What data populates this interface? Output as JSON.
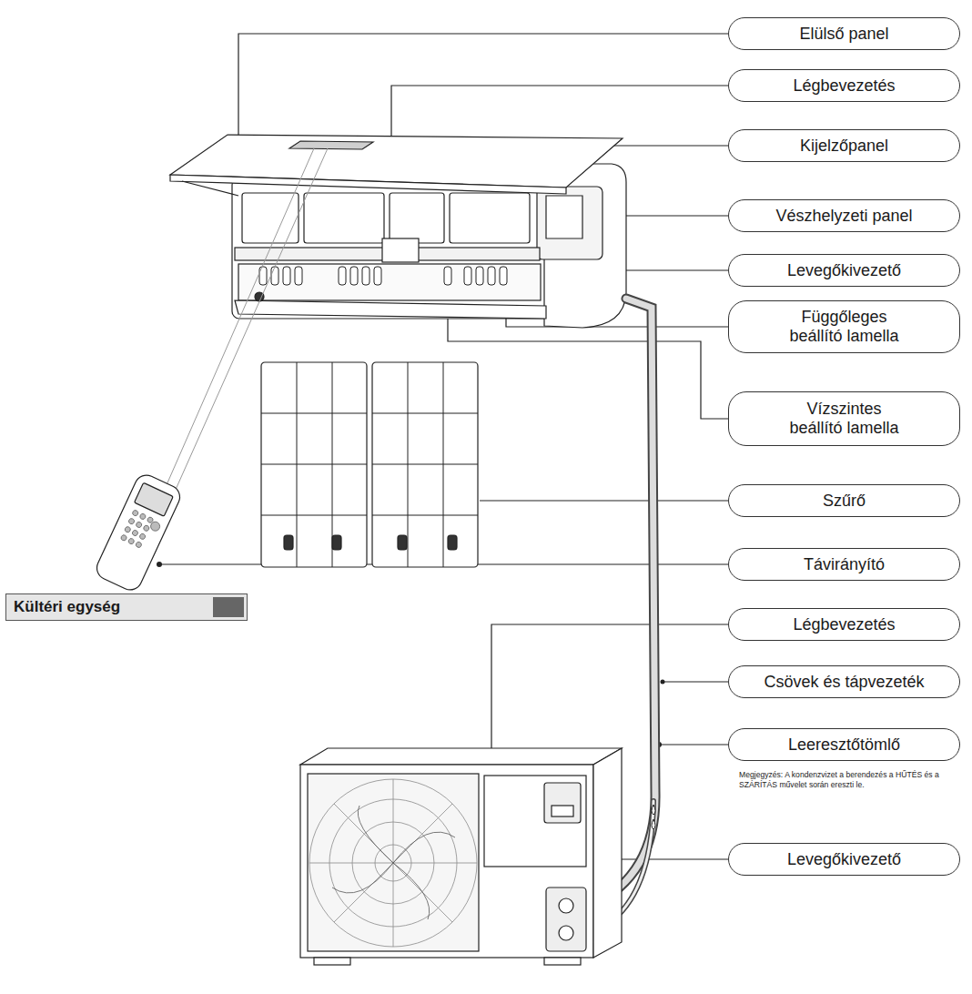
{
  "diagram": {
    "nodes": [
      {
        "text": [
          "Elülső panel"
        ]
      },
      {
        "text": [
          "Légbevezetés"
        ]
      },
      {
        "text": [
          "Kijelzőpanel"
        ]
      },
      {
        "text": [
          "Vészhelyzeti panel"
        ]
      },
      {
        "text": [
          "Levegőkivezető"
        ]
      },
      {
        "text": [
          "Függőleges beállító lamella"
        ]
      },
      {
        "text": [
          "Vízszintes beállító lamella"
        ]
      },
      {
        "text": [
          "Szűrő"
        ]
      },
      {
        "text": [
          "Távirányító"
        ]
      },
      {
        "text": [
          "Kültéri egység"
        ]
      },
      {
        "text": [
          "Légbevezetés"
        ]
      },
      {
        "text": [
          "Csövek és tápvezeték"
        ]
      },
      {
        "text": [
          "Leeresztőtömlő"
        ]
      },
      {
        "text": [
          "Levegőkivezető"
        ]
      }
    ],
    "labels": [
      "Megjegyzés: A kondenzvizet a berendezés a HŰTÉS és a SZÁRÍTÁS művelet során ereszti le."
    ]
  }
}
